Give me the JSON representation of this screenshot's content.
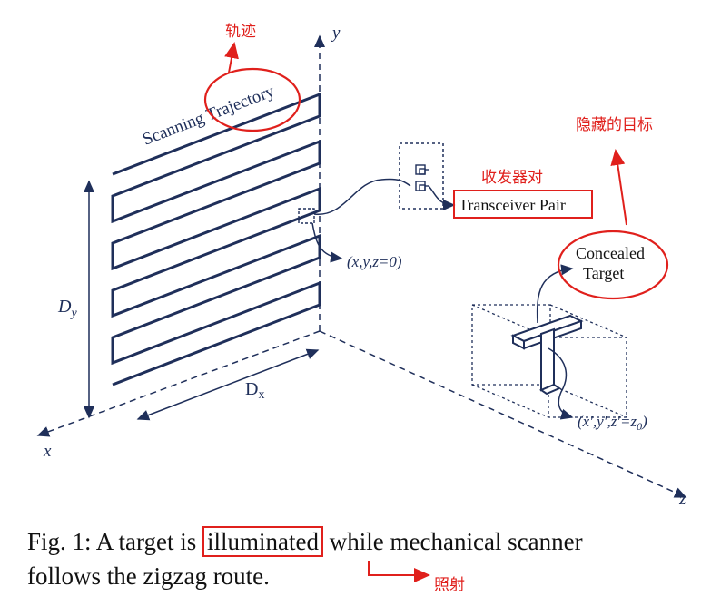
{
  "axes": {
    "x": "x",
    "y": "y",
    "z": "z"
  },
  "dimensions": {
    "dx": "D",
    "dx_sub": "x",
    "dy": "D",
    "dy_sub": "y"
  },
  "scan_label": "Scanning Trajectory",
  "annotations": {
    "trajectory_zh": "轨迹",
    "transceiver_zh": "收发器对",
    "target_zh": "隐藏的目标",
    "illuminated_zh": "照射"
  },
  "labels": {
    "transceiver": "Transceiver Pair",
    "target_line1": "Concealed",
    "target_line2": "Target",
    "origin_coord": "(x,y,z=0)",
    "target_coord": "(x′,y′,z′=z",
    "target_coord_sub": "0",
    "target_coord_end": ")"
  },
  "caption": {
    "prefix": "Fig. 1: A target is",
    "highlight": "illuminated",
    "suffix": "while mechanical scanner",
    "line2": "follows the zigzag route."
  },
  "colors": {
    "navy": "#1f2f5a",
    "red": "#e0201c"
  }
}
